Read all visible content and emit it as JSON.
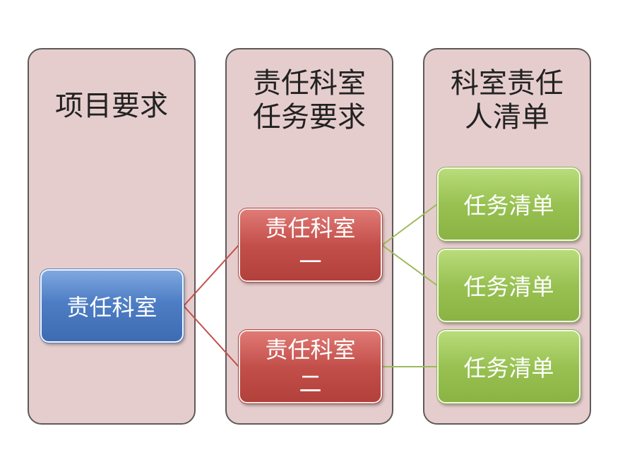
{
  "columns": [
    {
      "title": "项目要求"
    },
    {
      "title": "责任科室\n任务要求"
    },
    {
      "title": "科室责任\n人清单"
    }
  ],
  "nodes": {
    "root": {
      "label": "责任科室"
    },
    "dept_1": {
      "label": "责任科室\n一"
    },
    "dept_2": {
      "label": "责任科室\n二"
    },
    "task_1": {
      "label": "任务清单"
    },
    "task_2": {
      "label": "任务清单"
    },
    "task_3": {
      "label": "任务清单"
    }
  },
  "colors": {
    "column_fill": "#e6cdcd",
    "root_fill": "#4d7dc4",
    "dept_fill": "#c34f4a",
    "task_fill": "#98c152",
    "red_connector": "#c0504d",
    "green_connector": "#9bbb59"
  }
}
